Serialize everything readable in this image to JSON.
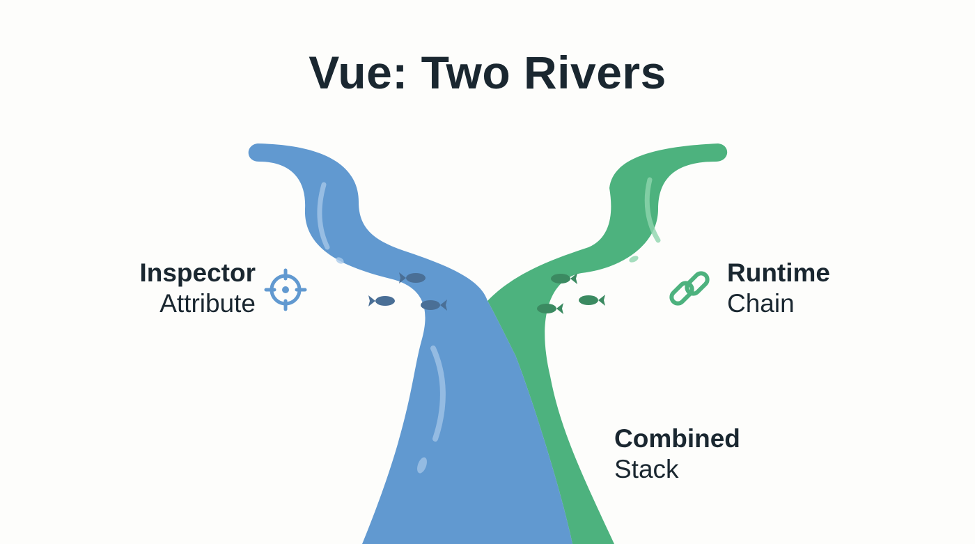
{
  "title": "Vue: Two Rivers",
  "colors": {
    "blue_river": "#6199d0",
    "green_river": "#4db27e",
    "text": "#1a2730",
    "background": "#fdfdfb"
  },
  "left_label": {
    "line1": "Inspector",
    "line2": "Attribute",
    "icon": "crosshair-icon"
  },
  "right_label": {
    "line1": "Runtime",
    "line2": "Chain",
    "icon": "chain-link-icon"
  },
  "bottom_label": {
    "line1": "Combined",
    "line2": "Stack"
  }
}
